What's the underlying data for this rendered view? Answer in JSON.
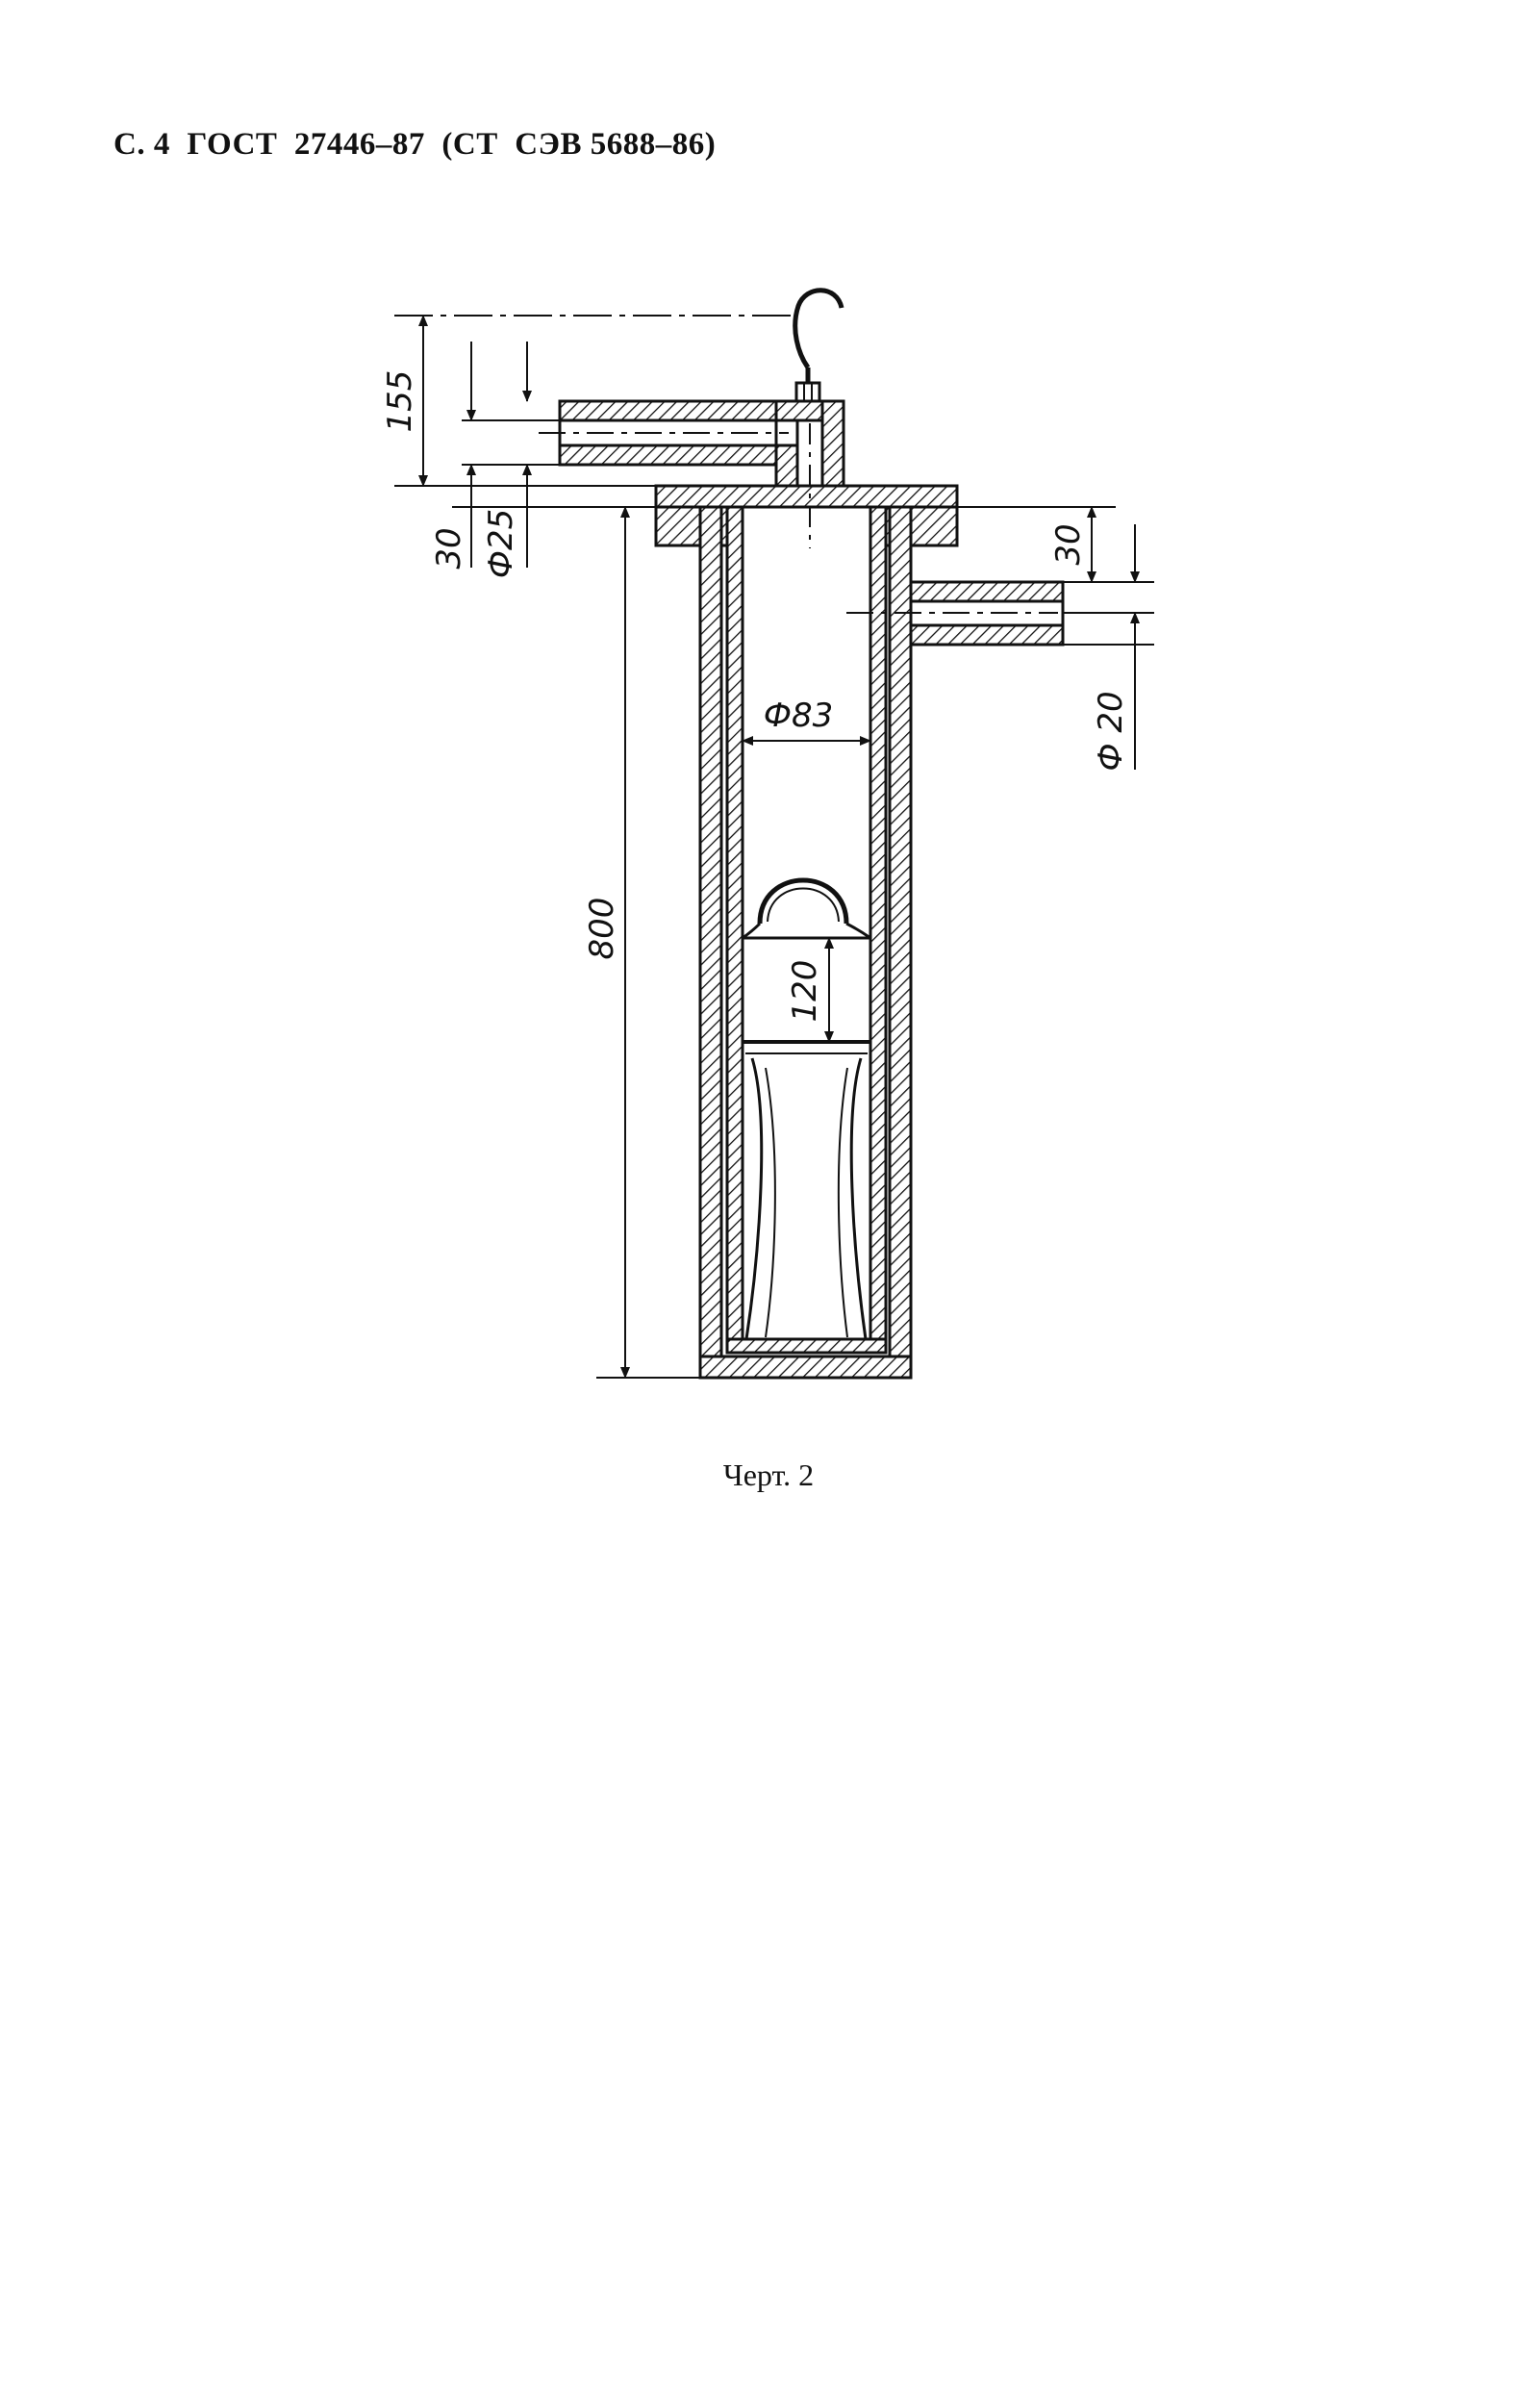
{
  "header": {
    "text": "С. 4  ГОСТ  27446–87  (СТ  СЭВ 5688–86)"
  },
  "drawing": {
    "dimensions": {
      "top_height": "155",
      "top_pipe_dia": "Ф25",
      "top_offset": "30",
      "right_offset": "30",
      "side_pipe_dia": "Ф 20",
      "inner_dia": "Ф83",
      "total_height": "800",
      "cup_height": "120"
    }
  },
  "caption": {
    "text": "Черт. 2"
  }
}
